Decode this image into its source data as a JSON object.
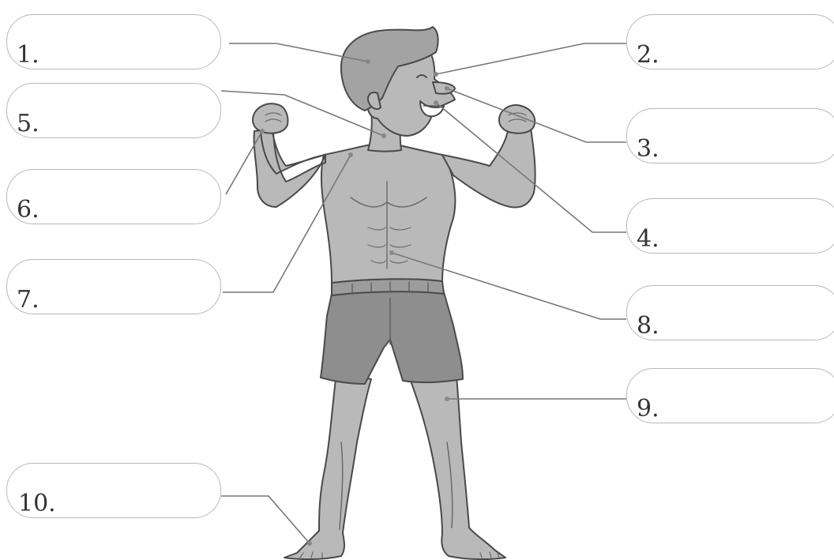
{
  "worksheet": {
    "labels": [
      {
        "id": "1",
        "text": "1."
      },
      {
        "id": "2",
        "text": "2."
      },
      {
        "id": "3",
        "text": "3."
      },
      {
        "id": "4",
        "text": "4."
      },
      {
        "id": "5",
        "text": "5."
      },
      {
        "id": "6",
        "text": "6."
      },
      {
        "id": "7",
        "text": "7."
      },
      {
        "id": "8",
        "text": "8."
      },
      {
        "id": "9",
        "text": "9."
      },
      {
        "id": "10",
        "text": "10."
      }
    ]
  },
  "colors": {
    "body_fill": "#b9b9b9",
    "body_dark": "#a7a7a7",
    "shorts_fill": "#8e8e8e",
    "outline": "#4a4a4a",
    "leader_line": "#777777",
    "box_border": "#b8b8b8"
  }
}
